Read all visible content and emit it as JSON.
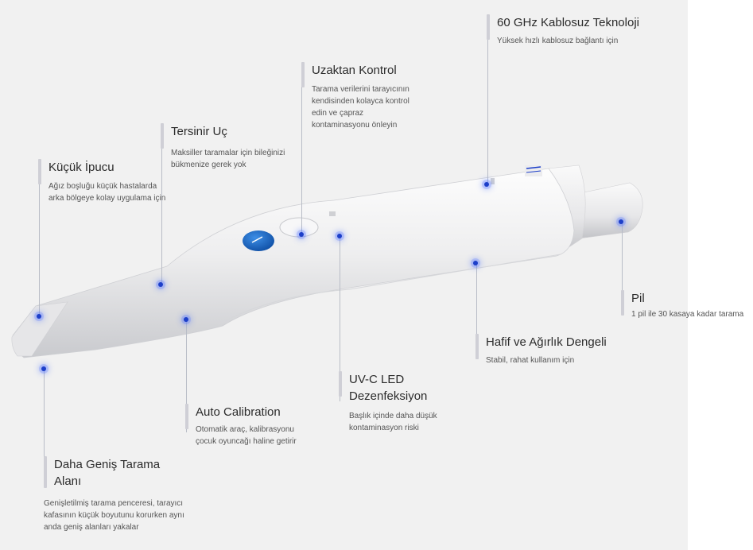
{
  "callouts": {
    "wireless": {
      "title": "60 GHz Kablosuz Teknoloji",
      "desc": "Yüksek hızlı kablosuz bağlantı için"
    },
    "remote": {
      "title": "Uzaktan Kontrol",
      "desc": "Tarama verilerini tarayıcının kendisinden kolayca kontrol edin ve çapraz kontaminasyonu önleyin"
    },
    "reversible": {
      "title": "Tersinir Uç",
      "desc": "Maksiller taramalar için bileğinizi bükmenize gerek yok"
    },
    "small_tip": {
      "title": "Küçük İpucu",
      "desc": "Ağız boşluğu küçük hastalarda arka bölgeye kolay uygulama için"
    },
    "battery": {
      "title": "Pil",
      "desc": "1 pil ile 30 kasaya kadar tarama"
    },
    "balance": {
      "title": "Hafif ve Ağırlık Dengeli",
      "desc": "Stabil, rahat kullanım için"
    },
    "uvc": {
      "title": "UV-C LED Dezenfeksiyon",
      "desc": "Başlık içinde daha düşük kontaminasyon riski"
    },
    "calibration": {
      "title": "Auto Calibration",
      "desc": "Otomatik araç, kalibrasyonu çocuk oyuncağı haline getirir"
    },
    "wide_scan": {
      "title": "Daha Geniş Tarama Alanı",
      "desc": "Genişletilmiş tarama penceresi, tarayıcı kafasının küçük boyutunu korurken aynı anda geniş alanları yakalar"
    }
  },
  "colors": {
    "background": "#f1f1f1",
    "accent_dot": "#1d3fc9",
    "button_blue": "#1565c0"
  },
  "icons": {
    "scanner": "intraoral-scanner-image",
    "blue_button": "scan-button-icon"
  }
}
